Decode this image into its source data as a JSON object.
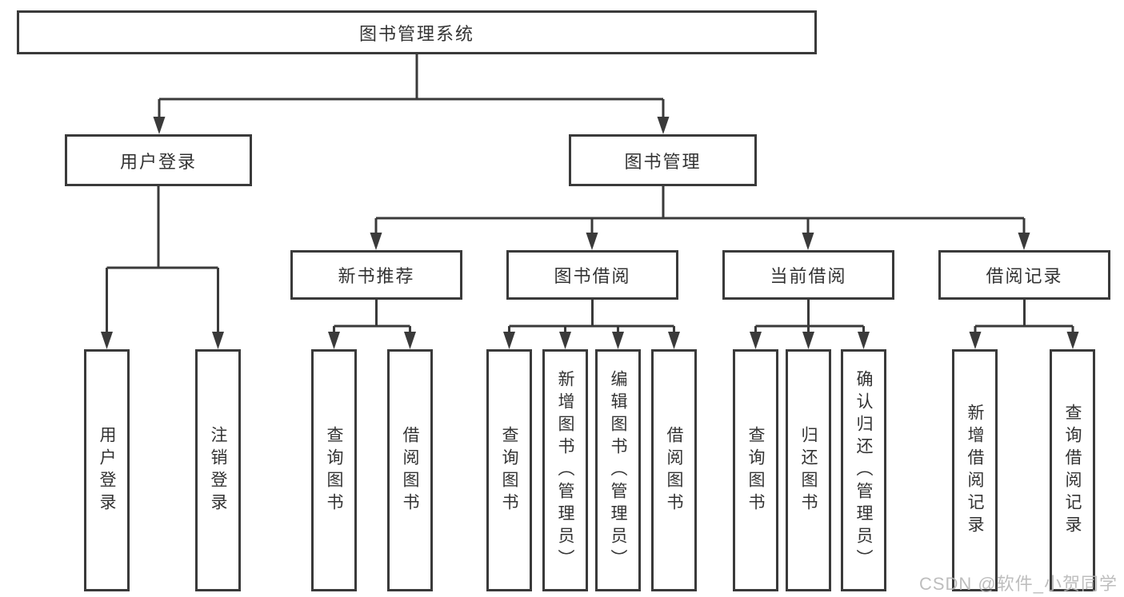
{
  "colors": {
    "line": "#3a3a3a",
    "text": "#333333",
    "background": "#ffffff",
    "watermark_color": "#b7b7b7"
  },
  "diagram": {
    "root": {
      "label": "图书管理系统"
    },
    "level2": [
      {
        "label": "用户登录",
        "children": [
          {
            "label": "用户登录"
          },
          {
            "label": "注销登录"
          }
        ]
      },
      {
        "label": "图书管理",
        "children": [
          {
            "label": "新书推荐",
            "children": [
              {
                "label": "查询图书"
              },
              {
                "label": "借阅图书"
              }
            ]
          },
          {
            "label": "图书借阅",
            "children": [
              {
                "label": "查询图书"
              },
              {
                "label": "新增图书（管理员）"
              },
              {
                "label": "编辑图书（管理员）"
              },
              {
                "label": "借阅图书"
              }
            ]
          },
          {
            "label": "当前借阅",
            "children": [
              {
                "label": "查询图书"
              },
              {
                "label": "归还图书"
              },
              {
                "label": "确认归还（管理员）"
              }
            ]
          },
          {
            "label": "借阅记录",
            "children": [
              {
                "label": "新增借阅记录"
              },
              {
                "label": "查询借阅记录"
              }
            ]
          }
        ]
      }
    ]
  },
  "watermark": {
    "text": "CSDN @软件_小贺同学"
  }
}
